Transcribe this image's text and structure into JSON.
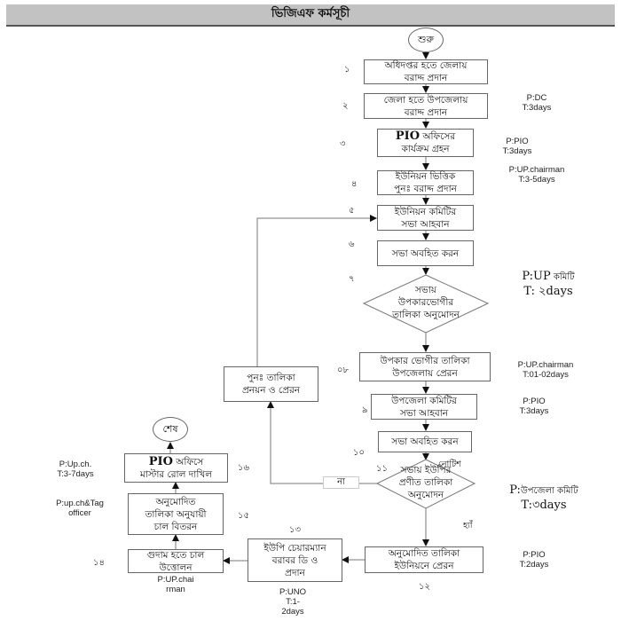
{
  "header": {
    "title": "ভিজিএফ কর্মসূচী"
  },
  "start": {
    "label": "শুরু"
  },
  "end": {
    "label": "শেষ"
  },
  "steps": [
    {
      "num": "১",
      "line1": "অধিদপ্তর হতে জেলায়",
      "line2": "বরাদ্দ প্রদান"
    },
    {
      "num": "২",
      "line1": "জেলা হতে  উপজেলায়",
      "line2": "বরাদ্দ প্রদান"
    },
    {
      "num": "৩",
      "strong": "PIO",
      "line1": " অফিসের",
      "line2": "কার্যক্রম গ্রহন"
    },
    {
      "num": "৪",
      "line1": "ইউনিয়ন ভিত্তিক",
      "line2": "পুনঃ বরাদ্দ প্রদান"
    },
    {
      "num": "৫",
      "line1": "ইউনিয়ন কমিটির",
      "line2": "সভা আহবান"
    },
    {
      "num": "৬",
      "line1": "সভা অবহিত করন",
      "line2": ""
    },
    {
      "num": "৭",
      "line1": "সভায়",
      "line2": "উপকারভোগীর",
      "line3": "তালিকা অনুমোদন"
    },
    {
      "num": "০৮",
      "line1": "উপকার ভোগীর তালিকা",
      "line2": "উপজেলায় প্রেরন"
    },
    {
      "num": "৯",
      "line1": "উপজেলা কমিটির",
      "line2": "সভা আহবান"
    },
    {
      "num": "১০",
      "line1": "সভা অবহিত করন",
      "line2": ""
    },
    {
      "num": "১১",
      "line1": "সভায় ইউপির",
      "line2": "প্রণীত  তালিকা",
      "line3": "অনুমোদন"
    },
    {
      "num": "১২",
      "line1": "অনুমোদিত  তালিকা",
      "line2": "ইউনিয়নে  প্রেরন"
    },
    {
      "num": "১৩",
      "line1": "ইউপি চেয়ারম্যান",
      "line2": "বরাবর ডি ও",
      "line3": "প্রদান"
    },
    {
      "num": "১৪",
      "line1": "গুদাম হতে চাল",
      "line2": "উত্তোলন"
    },
    {
      "num": "১৫",
      "line1": "অনুমোদিত",
      "line2": "তালিকা অনুযায়ী",
      "line3": "চাল বিতরন"
    },
    {
      "num": "১৬",
      "strong": "PIO",
      "line1": " অফিসে",
      "line2": "মাস্টার রোল দাখিল"
    }
  ],
  "retry": {
    "line1": "পুনঃ তালিকা",
    "line2": "প্রনয়ন ও প্রেরন"
  },
  "branch_labels": {
    "no": "না",
    "yes": "হ্যাঁ",
    "notice": "নোটিশ"
  },
  "notes": {
    "s2": {
      "p": "P:DC",
      "t": "T:3days"
    },
    "s3": {
      "p": "P:PIO",
      "t": "T:3days"
    },
    "s4": {
      "p": "P:UP.chairman",
      "t": "T:3-5days"
    },
    "s7": {
      "p": "P:UP",
      "p_bn": " কমিটি",
      "t": "T: ২days"
    },
    "s8": {
      "p": "P:UP.chairman",
      "t": "T:01-02days"
    },
    "s9": {
      "p": "P:PIO",
      "t": "T:3days"
    },
    "s11": {
      "p": "P:",
      "p_bn": "উপজেলা কমিটি",
      "t": "T:৩days"
    },
    "s12": {
      "p": "P:PIO",
      "t": "T:2days"
    },
    "s13": {
      "p": "P:UNO",
      "t1": "T:1-",
      "t2": "2days"
    },
    "s14": {
      "p1": "P:UP.chai",
      "p2": "rman"
    },
    "s15": {
      "p": "P:up.ch&Tag",
      "t": "officer"
    },
    "s16": {
      "p": "P:Up.ch.",
      "t": "T:3-7days"
    }
  }
}
